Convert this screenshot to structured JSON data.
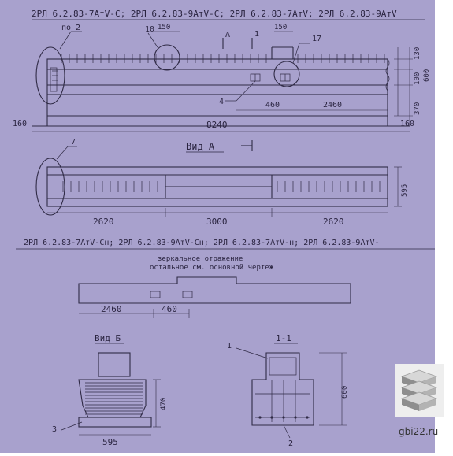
{
  "sheet_bg": "#a8a1cd",
  "ink": "#2f2a45",
  "top_marks": "2РЛ 6.2.83-7АтV-C;  2РЛ 6.2.83-9АтV-C;  2РЛ 6.2.83-7АтV;  2РЛ 6.2.83-9АтV",
  "callout_po2": "по 2",
  "callout_10": "10",
  "callout_17": "17",
  "callout_4": "4",
  "callout_7": "7",
  "callout_1": "1",
  "callout_2": "2",
  "callout_3": "3",
  "section_mark_a": "А",
  "section_mark_1": "1",
  "dim_150_left": "150",
  "dim_150_right": "150",
  "dim_130": "130",
  "dim_100": "100",
  "dim_600_side": "600",
  "dim_370": "370",
  "dim_160_left": "160",
  "dim_160_right": "160",
  "dim_460_top": "460",
  "dim_2460_top": "2460",
  "dim_8240": "8240",
  "view_a_title": "Вид А",
  "dim_595_side": "595",
  "dim_2620_left": "2620",
  "dim_3000": "3000",
  "dim_2620_right": "2620",
  "bottom_marks": "2РЛ 6.2.83-7АтV-Сн;  2РЛ 6.2.83-9АтV-Сн;  2РЛ 6.2.83-7АтV-н;  2РЛ 6.2.83-9АтV-",
  "mirror_note_1": "зеркальное отражение",
  "mirror_note_2": "остальное см. основной чертеж",
  "dim_2460_mid": "2460",
  "dim_460_mid": "460",
  "view_b_title": "Вид Б",
  "dim_470": "470",
  "dim_595_bottom": "595",
  "section_title": "1-1",
  "dim_600_section": "600",
  "watermark": "gbi22.ru"
}
